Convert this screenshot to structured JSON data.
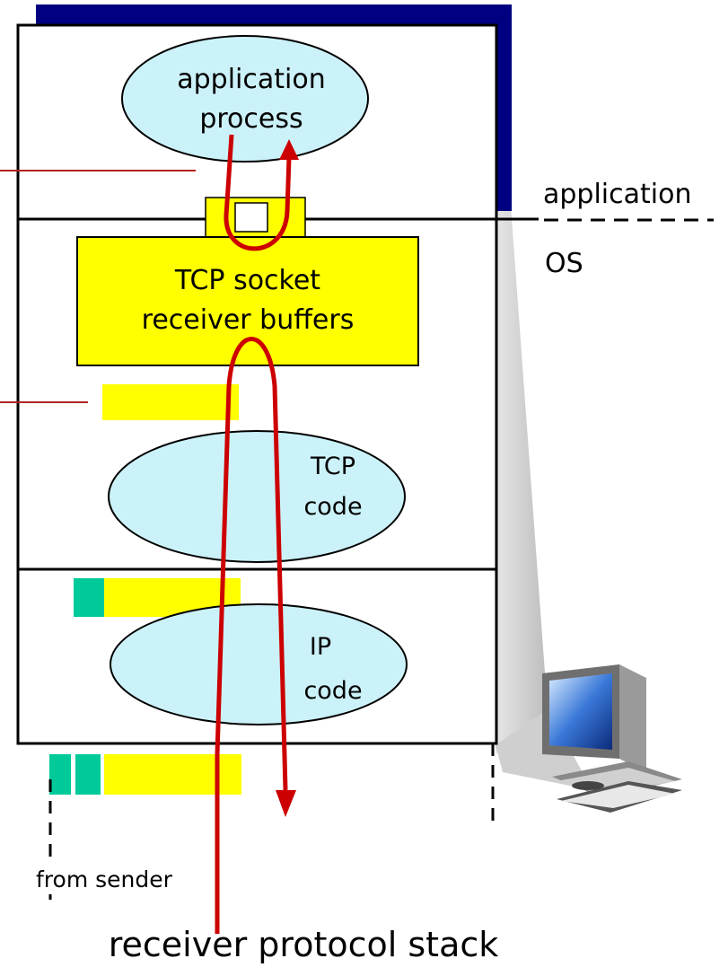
{
  "labels": {
    "app_process_line1": "application",
    "app_process_line2": "process",
    "application": "application",
    "os": "OS",
    "tcp_buffer_line1": "TCP socket",
    "tcp_buffer_line2": "receiver buffers",
    "tcp_code_line1": "TCP",
    "tcp_code_line2": "code",
    "ip_code_line1": "IP",
    "ip_code_line2": "code",
    "from_sender": "from sender",
    "caption": "receiver protocol stack"
  },
  "colors": {
    "outline": "#000000",
    "top_bar": "#000080",
    "ellipse_fill": "#ccf2f9",
    "buffer_yellow": "#ffff00",
    "header_teal": "#00c99a",
    "flow_red": "#cc0000",
    "label_line_red": "#b22222",
    "shadow_grey": "#d8d8d8"
  },
  "icons": {
    "computer": "desktop-computer-icon"
  }
}
